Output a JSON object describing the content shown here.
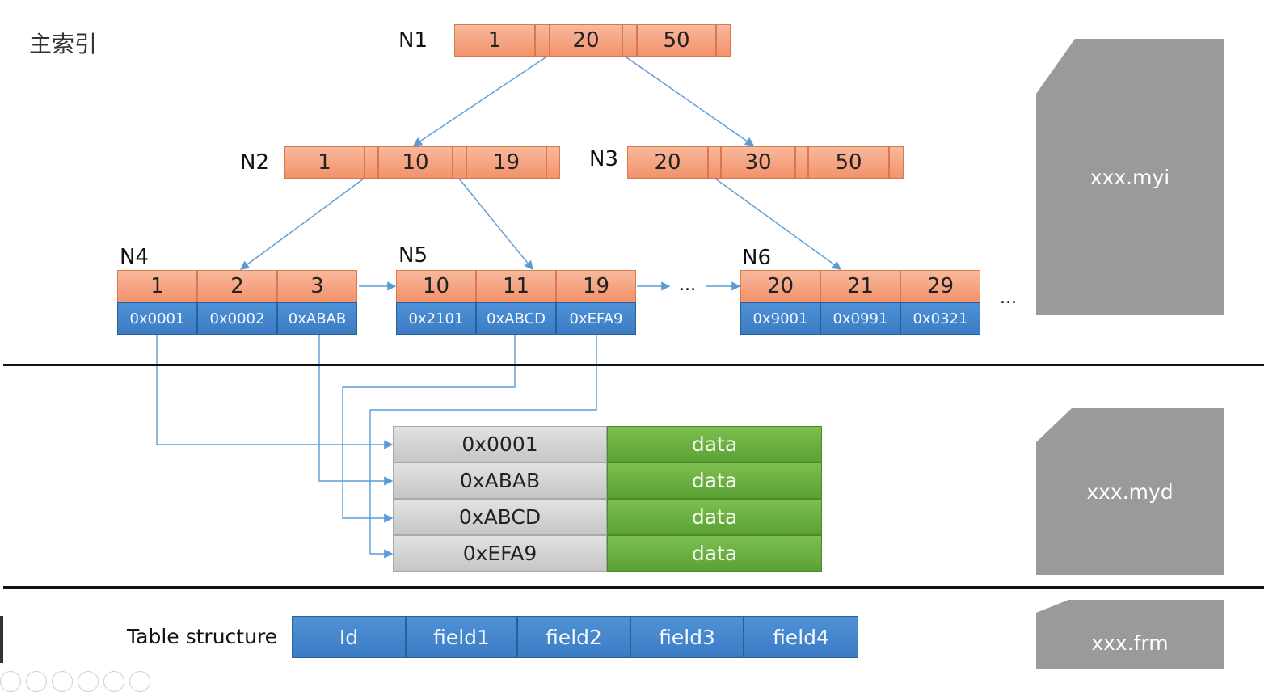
{
  "title": "主索引",
  "nodes": {
    "n1": {
      "label": "N1",
      "keys": [
        "1",
        "20",
        "50"
      ]
    },
    "n2": {
      "label": "N2",
      "keys": [
        "1",
        "10",
        "19"
      ]
    },
    "n3": {
      "label": "N3",
      "keys": [
        "20",
        "30",
        "50"
      ]
    },
    "n4": {
      "label": "N4",
      "keys": [
        "1",
        "2",
        "3"
      ],
      "ptrs": [
        "0x0001",
        "0x0002",
        "0xABAB"
      ]
    },
    "n5": {
      "label": "N5",
      "keys": [
        "10",
        "11",
        "19"
      ],
      "ptrs": [
        "0x2101",
        "0xABCD",
        "0xEFA9"
      ]
    },
    "n6": {
      "label": "N6",
      "keys": [
        "20",
        "21",
        "29"
      ],
      "ptrs": [
        "0x9001",
        "0x0991",
        "0x0321"
      ]
    }
  },
  "ellipsis_mid": "...",
  "ellipsis_end": "...",
  "data_rows": [
    {
      "addr": "0x0001",
      "value": "data"
    },
    {
      "addr": "0xABAB",
      "value": "data"
    },
    {
      "addr": "0xABCD",
      "value": "data"
    },
    {
      "addr": "0xEFA9",
      "value": "data"
    }
  ],
  "table_structure": {
    "label": "Table structure",
    "fields": [
      "Id",
      "field1",
      "field2",
      "field3",
      "field4"
    ]
  },
  "files": {
    "myi": "xxx.myi",
    "myd": "xxx.myd",
    "frm": "xxx.frm"
  },
  "colors": {
    "key": "#f2936c",
    "pointer": "#3b7cc4",
    "addr": "#c6c6c6",
    "data": "#5aa134",
    "file": "#9a9a9a",
    "arrow": "#5b9bd5"
  }
}
